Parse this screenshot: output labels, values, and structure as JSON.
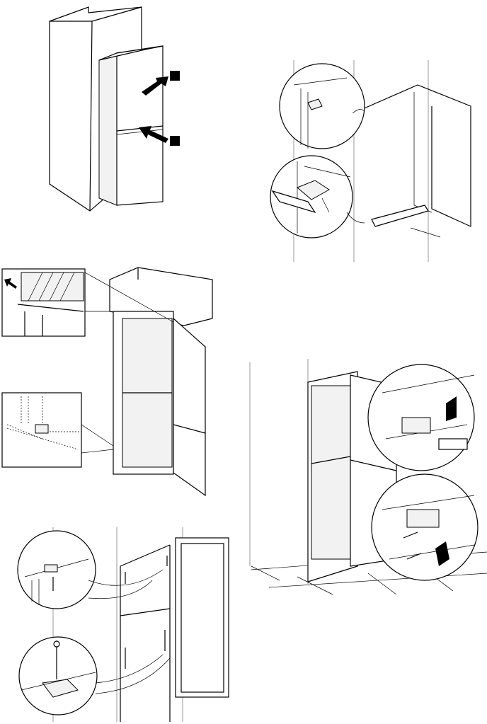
{
  "colors": {
    "line": "#000000",
    "background": "#ffffff",
    "shade": "#f2f2f2",
    "guide": "#999999"
  },
  "figures": [
    {
      "id": "fig-1",
      "icon": "push-arrow-icon"
    },
    {
      "id": "fig-2",
      "icon": "hinge-cover-icon"
    },
    {
      "id": "fig-3",
      "icon": "seal-strip-icon"
    },
    {
      "id": "fig-4",
      "icon": "screw-icon"
    },
    {
      "id": "fig-5",
      "icon": "door-bracket-icon"
    }
  ]
}
